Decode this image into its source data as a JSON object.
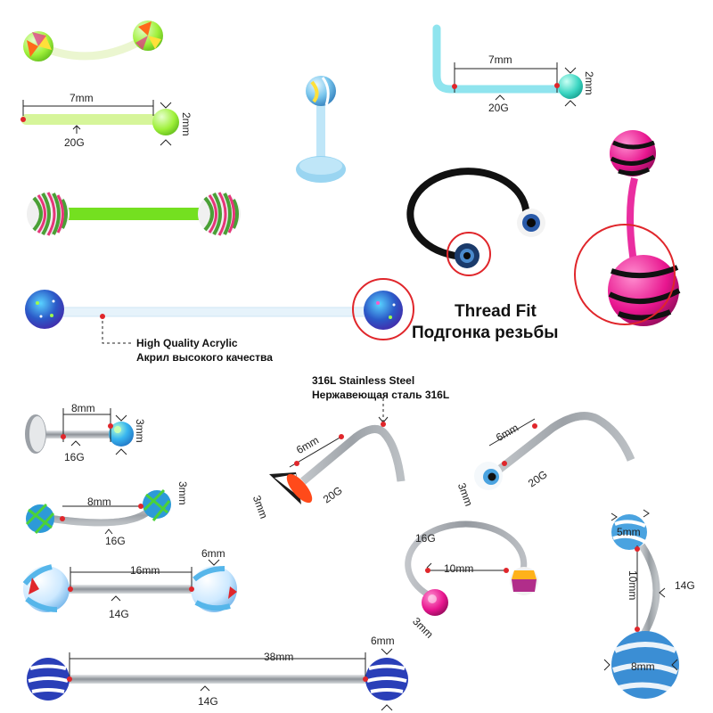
{
  "labels": {
    "p2_length": "7mm",
    "p2_gauge": "20G",
    "p2_ball": "2mm",
    "p5_length": "7mm",
    "p5_gauge": "20G",
    "p5_ball": "2mm",
    "p8_length": "8mm",
    "p8_gauge": "16G",
    "p8_ball": "3mm",
    "p9_length": "8mm",
    "p9_gauge": "16G",
    "p9_ball": "3mm",
    "p10_length": "16mm",
    "p10_gauge": "14G",
    "p10_ball": "6mm",
    "p11_length": "38mm",
    "p11_gauge": "14G",
    "p11_ball": "6mm",
    "p12_length": "6mm",
    "p12_gauge": "20G",
    "p12_ball": "3mm",
    "p13_length": "6mm",
    "p13_gauge": "20G",
    "p13_ball": "3mm",
    "p14_gauge": "16G",
    "p14_diameter": "10mm",
    "p14_ball": "3mm",
    "p15_ball_top": "5mm",
    "p15_length": "10mm",
    "p15_gauge": "14G",
    "p15_ball_bottom": "8mm"
  },
  "thread_fit": {
    "line1": "Thread Fit",
    "line2": "Подгонка резьбы"
  },
  "acrylic_note": {
    "line1": "High Quality Acrylic",
    "line2": "Акрил высокого качества"
  },
  "steel_note": {
    "line1": "316L Stainless Steel",
    "line2": "Нержавеющая сталь 316L"
  },
  "colors": {
    "acrylic_green": "#7fe31a",
    "acrylic_blue": "#8fd8ee",
    "steel": "#b8bcc2",
    "highlight_red": "#e0262b",
    "pink": "#e8168f"
  }
}
